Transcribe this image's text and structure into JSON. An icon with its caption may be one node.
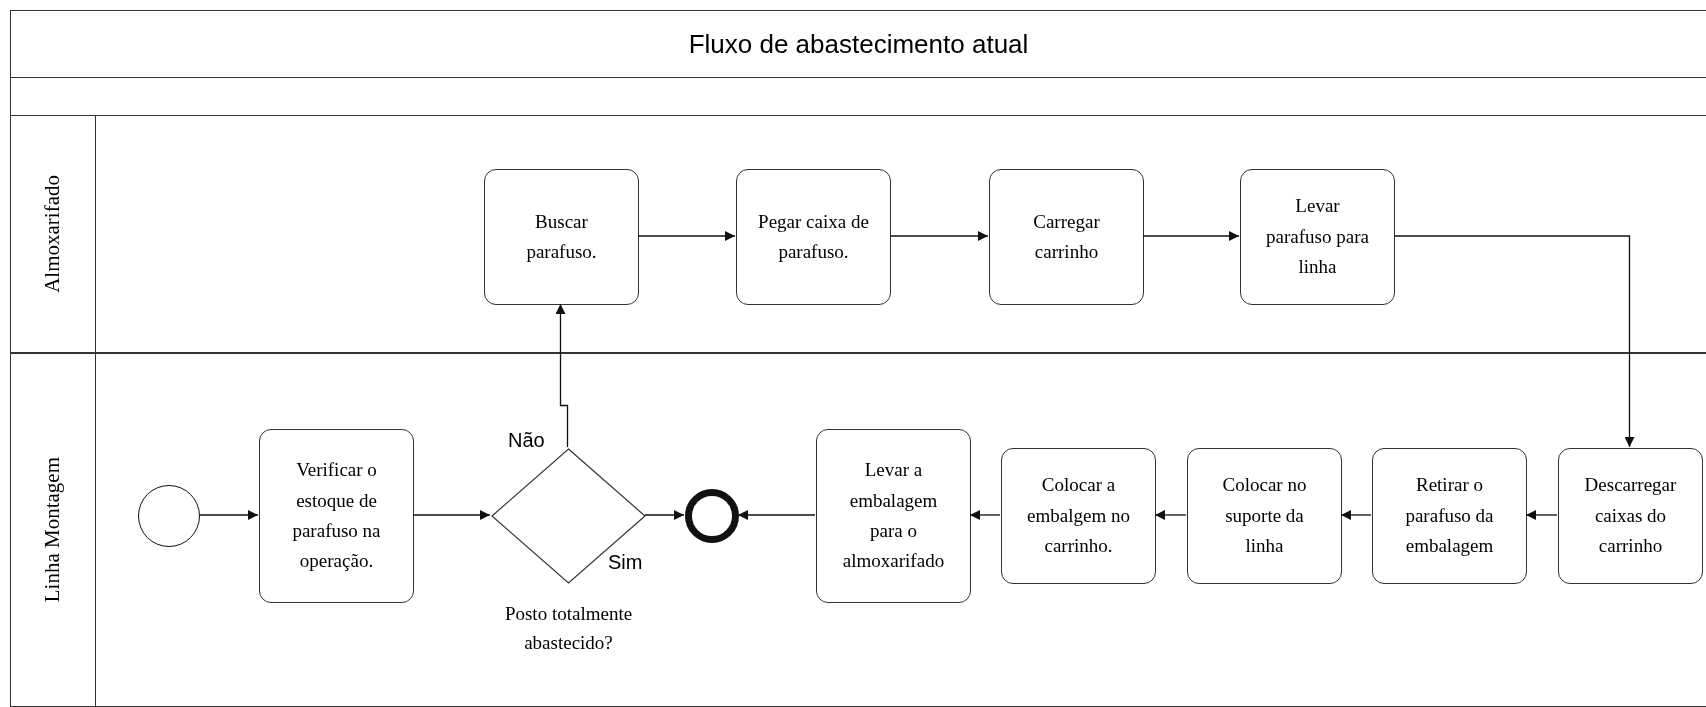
{
  "diagram": {
    "title": "Fluxo de abastecimento atual",
    "nodes": [
      {
        "text": [
          "Almoxarifado"
        ]
      },
      {
        "text": [
          "Linha Montagem"
        ]
      },
      {
        "text": [
          "Buscar parafuso."
        ],
        "in": 0
      },
      {
        "text": [
          "Pegar caixa de parafuso."
        ],
        "in": 0
      },
      {
        "text": [
          "Carregar carrinho"
        ],
        "in": 0
      },
      {
        "text": [
          "Levar parafuso para linha"
        ],
        "in": 0
      },
      {
        "text": [],
        "shape": "circle",
        "in": 1
      },
      {
        "text": [
          "Verificar o estoque de parafuso na operação."
        ],
        "in": 1
      },
      {
        "text": [
          "Posto totalmente abastecido?"
        ],
        "in": 1
      },
      {
        "text": [],
        "shape": "circle",
        "in": 1
      },
      {
        "text": [
          "Levar a embalagem para o almoxarifado"
        ],
        "in": 1
      },
      {
        "text": [
          "Colocar a embalgem no carrinho."
        ],
        "in": 1
      },
      {
        "text": [
          "Colocar no suporte da linha"
        ],
        "in": 1
      },
      {
        "text": [
          "Retirar o parafuso da embalagem"
        ],
        "in": 1
      },
      {
        "text": [
          "Descarregar caixas do carrinho"
        ],
        "in": 1
      }
    ],
    "edges": [
      {
        "from": 6,
        "to": 7,
        "arrow": "to"
      },
      {
        "from": 7,
        "to": 8,
        "arrow": "to"
      },
      {
        "from": 8,
        "to": 2,
        "arrow": "to",
        "label": "Não"
      },
      {
        "from": 2,
        "to": 3,
        "arrow": "to"
      },
      {
        "from": 3,
        "to": 4,
        "arrow": "to"
      },
      {
        "from": 4,
        "to": 5,
        "arrow": "to"
      },
      {
        "from": 5,
        "to": 14,
        "arrow": "to"
      },
      {
        "from": 14,
        "to": 13,
        "arrow": "to"
      },
      {
        "from": 13,
        "to": 12,
        "arrow": "to"
      },
      {
        "from": 12,
        "to": 11,
        "arrow": "to"
      },
      {
        "from": 11,
        "to": 10,
        "arrow": "to"
      },
      {
        "from": 10,
        "to": 9,
        "arrow": "to"
      },
      {
        "from": 8,
        "to": 9,
        "arrow": "to",
        "label": "Sim"
      }
    ]
  }
}
